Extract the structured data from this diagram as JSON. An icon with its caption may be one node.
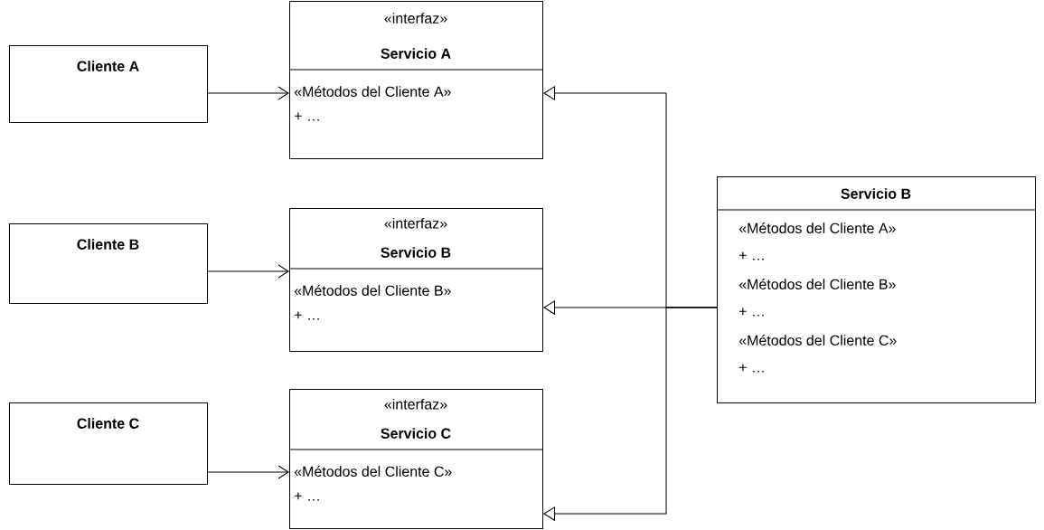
{
  "diagram": {
    "nodes": [
      {
        "text": [
          "Cliente A"
        ]
      },
      {
        "text": [
          "«interfaz»",
          "Servicio A",
          "«Métodos del Cliente A»",
          "+ …"
        ]
      },
      {
        "text": [
          "Cliente B"
        ]
      },
      {
        "text": [
          "«interfaz»",
          "Servicio B",
          "«Métodos del Cliente B»",
          "+ …"
        ]
      },
      {
        "text": [
          "Cliente C"
        ]
      },
      {
        "text": [
          "«interfaz»",
          "Servicio C",
          "«Métodos del Cliente C»",
          "+ …"
        ]
      },
      {
        "text": [
          "Servicio B",
          "«Métodos del Cliente A»",
          "+ …",
          "«Métodos del Cliente B»",
          "+ …",
          "«Métodos del Cliente C»",
          "+ …"
        ]
      }
    ],
    "edges": [
      {
        "from": 0,
        "to": 1,
        "arrow": "to"
      },
      {
        "from": 2,
        "to": 3,
        "arrow": "to"
      },
      {
        "from": 4,
        "to": 5,
        "arrow": "to"
      },
      {
        "from": 6,
        "to": 1,
        "arrow": "to"
      },
      {
        "from": 6,
        "to": 3,
        "arrow": "to"
      },
      {
        "from": 6,
        "to": 5,
        "arrow": "to"
      }
    ]
  }
}
